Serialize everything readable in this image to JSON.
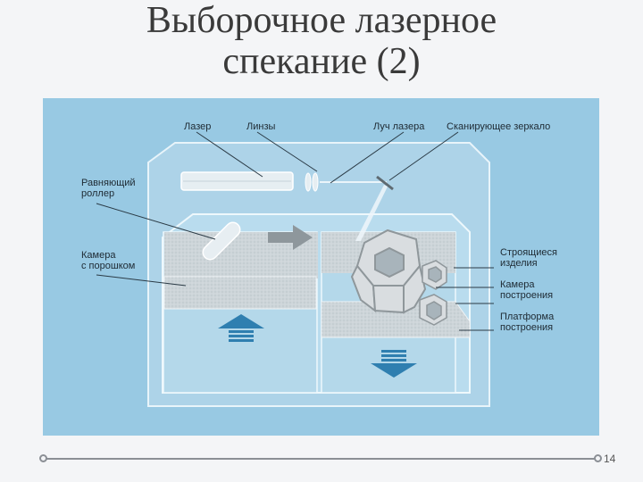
{
  "slide": {
    "title_line1": "Выборочное лазерное",
    "title_line2": "спекание (2)",
    "page_number": "14"
  },
  "diagram": {
    "labels": {
      "laser": "Лазер",
      "lenses": "Линзы",
      "laser_beam": "Луч лазера",
      "scanning_mirror": "Сканирующее зеркало",
      "leveling_roller_1": "Равняющий",
      "leveling_roller_2": "роллер",
      "powder_chamber_1": "Камера",
      "powder_chamber_2": "с порошком",
      "parts_1": "Строящиеся",
      "parts_2": "изделия",
      "build_chamber_1": "Камера",
      "build_chamber_2": "построения",
      "build_platform_1": "Платформа",
      "build_platform_2": "построения"
    },
    "colors": {
      "background": "#98c9e3",
      "chamber": "#b7daec",
      "powder": "#cfd6da",
      "arrow_up": "#2f7fb0",
      "arrow_down": "#2f7fb0"
    }
  }
}
